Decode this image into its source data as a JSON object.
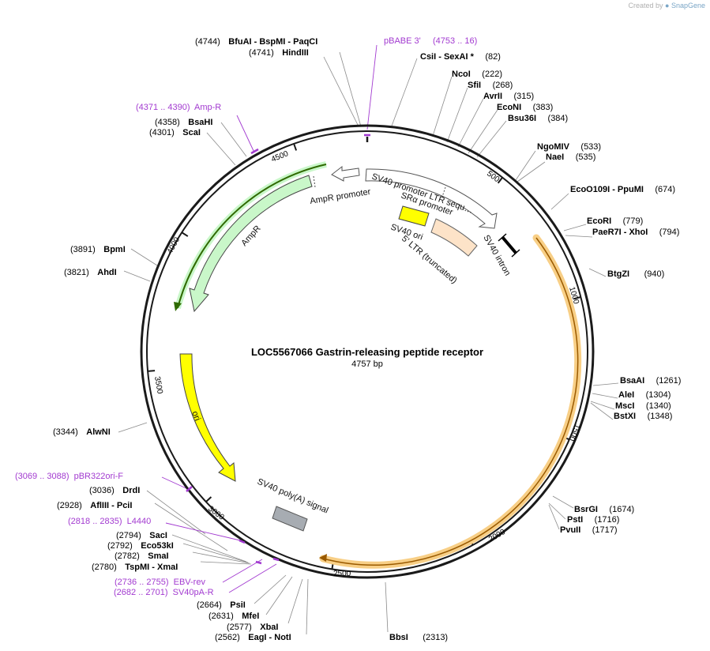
{
  "credit": {
    "prefix": "Created by",
    "brand": "SnapGene"
  },
  "map": {
    "title": "LOC5567066 Gastrin-releasing peptide receptor",
    "length_label": "4757 bp",
    "ticks": [
      "500",
      "1000",
      "1500",
      "2000",
      "2500",
      "3000",
      "3500",
      "4000",
      "4500"
    ]
  },
  "sites": [
    {
      "pos": "(4744)",
      "name": "BfuAI  -  BspMI  -  PaqCI"
    },
    {
      "pos": "(4741)",
      "name": "HindIII"
    },
    {
      "name": "CsiI  -  SexAI *",
      "pos": "(82)"
    },
    {
      "name": "NcoI",
      "pos": "(222)"
    },
    {
      "name": "SfiI",
      "pos": "(268)"
    },
    {
      "name": "AvrII",
      "pos": "(315)"
    },
    {
      "name": "EcoNI",
      "pos": "(383)"
    },
    {
      "name": "Bsu36I",
      "pos": "(384)"
    },
    {
      "name": "NgoMIV",
      "pos": "(533)"
    },
    {
      "name": "NaeI",
      "pos": "(535)"
    },
    {
      "name": "EcoO109I  -  PpuMI",
      "pos": "(674)"
    },
    {
      "name": "EcoRI",
      "pos": "(779)"
    },
    {
      "name": "PaeR7I  -  XhoI",
      "pos": "(794)"
    },
    {
      "name": "BtgZI",
      "pos": "(940)"
    },
    {
      "name": "BsaAI",
      "pos": "(1261)"
    },
    {
      "name": "AleI",
      "pos": "(1304)"
    },
    {
      "name": "MscI",
      "pos": "(1340)"
    },
    {
      "name": "BstXI",
      "pos": "(1348)"
    },
    {
      "name": "BsrGI",
      "pos": "(1674)"
    },
    {
      "name": "PstI",
      "pos": "(1716)"
    },
    {
      "name": "PvuII",
      "pos": "(1717)"
    },
    {
      "name": "BbsI",
      "pos": "(2313)"
    },
    {
      "pos": "(2562)",
      "name": "EagI  -  NotI"
    },
    {
      "pos": "(2577)",
      "name": "XbaI"
    },
    {
      "pos": "(2631)",
      "name": "MfeI"
    },
    {
      "pos": "(2664)",
      "name": "PsiI"
    },
    {
      "pos": "(2780)",
      "name": "TspMI  -  XmaI"
    },
    {
      "pos": "(2782)",
      "name": "SmaI"
    },
    {
      "pos": "(2792)",
      "name": "Eco53kI"
    },
    {
      "pos": "(2794)",
      "name": "SacI"
    },
    {
      "pos": "(2928)",
      "name": "AflIII  -  PciI"
    },
    {
      "pos": "(3036)",
      "name": "DrdI"
    },
    {
      "pos": "(3344)",
      "name": "AlwNI"
    },
    {
      "pos": "(3821)",
      "name": "AhdI"
    },
    {
      "pos": "(3891)",
      "name": "BpmI"
    },
    {
      "pos": "(4301)",
      "name": "ScaI"
    },
    {
      "pos": "(4358)",
      "name": "BsaHI"
    }
  ],
  "primers": [
    {
      "label": "pBABE 3'     (4753 .. 16)"
    },
    {
      "label": "(4371 .. 4390)  Amp-R"
    },
    {
      "label": "(3069 .. 3088)  pBR322ori-F"
    },
    {
      "label": "(2818 .. 2835)  L4440"
    },
    {
      "label": "(2736 .. 2755)  EBV-rev"
    },
    {
      "label": "(2682 .. 2701)  SV40pA-R"
    }
  ],
  "features": {
    "sv40_promoter_ltr": "SV40 promoter LTR sequ…",
    "sra_promoter": "SRα promoter",
    "sv40_ori": "SV40 ori",
    "ltr_5": "5' LTR (truncated)",
    "sv40_intron": "SV40 intron",
    "ampr_promoter": "AmpR promoter",
    "ampr": "AmpR",
    "ori": "ori",
    "polya": "SV40 poly(A) signal"
  },
  "colors": {
    "backbone": "#1a1a1a",
    "primer": "#a23ad0",
    "insert": "#f5b53f",
    "ampr": "#c9f7c9",
    "ori_yellow": "#ffff00",
    "ltr_peach": "#fde3c8",
    "polya_grey": "#a7acb2",
    "connector": "#8a8a8a"
  }
}
